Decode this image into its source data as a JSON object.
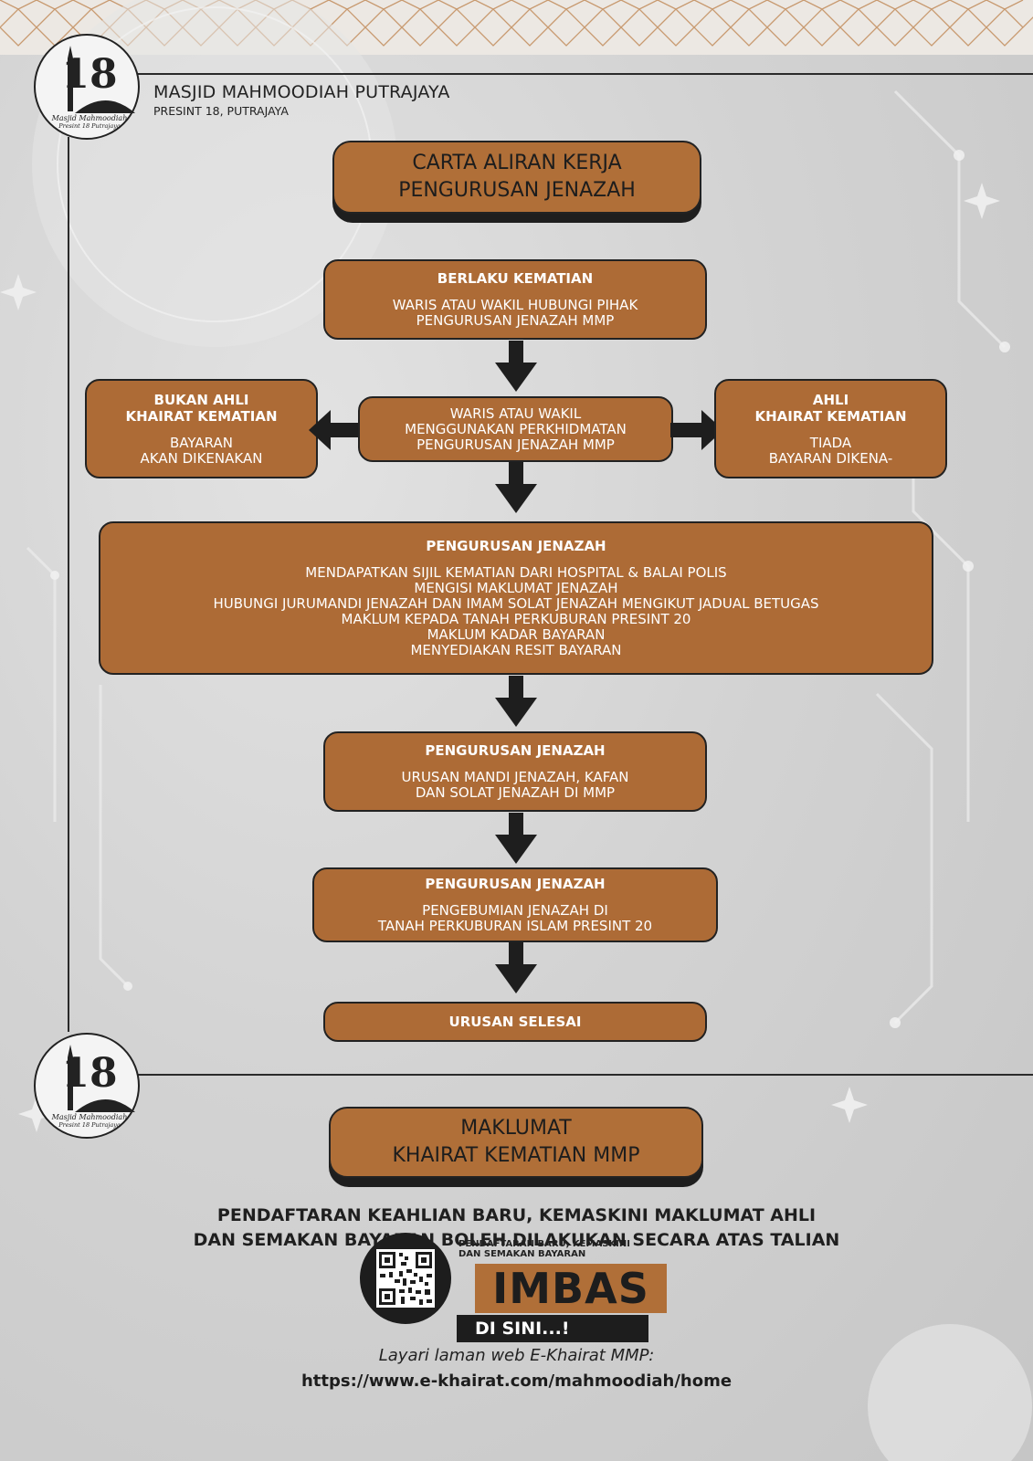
{
  "header": {
    "org_name": "MASJID MAHMOODIAH PUTRAJAYA",
    "org_address": "PRESINT 18, PUTRAJAYA",
    "logo_text_line1": "Masjid Mahmoodiah",
    "logo_text_line2": "Presint 18 Putrajaya",
    "logo_number": "18"
  },
  "flowchart_title": {
    "line1": "CARTA ALIRAN KERJA",
    "line2": "PENGURUSAN JENAZAH"
  },
  "steps": {
    "step1": {
      "head": "BERLAKU KEMATIAN",
      "body": [
        "WARIS ATAU WAKIL HUBUNGI PIHAK",
        "PENGURUSAN JENAZAH MMP"
      ]
    },
    "step2": {
      "body": [
        "WARIS ATAU WAKIL",
        "MENGGUNAKAN PERKHIDMATAN",
        "PENGURUSAN JENAZAH MMP"
      ]
    },
    "left_branch": {
      "head": [
        "BUKAN AHLI",
        "KHAIRAT KEMATIAN"
      ],
      "body": [
        "BAYARAN",
        "AKAN DIKENAKAN"
      ]
    },
    "right_branch": {
      "head": [
        "AHLI",
        "KHAIRAT KEMATIAN"
      ],
      "body": [
        "TIADA",
        "BAYARAN DIKENA-"
      ]
    },
    "step3": {
      "head": "PENGURUSAN JENAZAH",
      "body": [
        "MENDAPATKAN SIJIL KEMATIAN DARI HOSPITAL & BALAI POLIS",
        "MENGISI MAKLUMAT JENAZAH",
        "HUBUNGI JURUMANDI JENAZAH DAN IMAM SOLAT JENAZAH MENGIKUT JADUAL BETUGAS",
        "MAKLUM KEPADA TANAH PERKUBURAN PRESINT 20",
        "MAKLUM KADAR BAYARAN",
        "MENYEDIAKAN RESIT BAYARAN"
      ]
    },
    "step4": {
      "head": "PENGURUSAN JENAZAH",
      "body": [
        "URUSAN MANDI JENAZAH, KAFAN",
        "DAN SOLAT JENAZAH DI MMP"
      ]
    },
    "step5": {
      "head": "PENGURUSAN JENAZAH",
      "body": [
        "PENGEBUMIAN JENAZAH DI",
        "TANAH PERKUBURAN ISLAM PRESINT 20"
      ]
    },
    "step6": {
      "head": "URUSAN SELESAI"
    }
  },
  "info_title": {
    "line1": "MAKLUMAT",
    "line2": "KHAIRAT KEMATIAN MMP"
  },
  "online_notice": [
    "PENDAFTARAN KEAHLIAN BARU, KEMASKINI MAKLUMAT AHLI",
    "DAN SEMAKAN BAYARAN BOLEH DILAKUKAN SECARA ATAS TALIAN"
  ],
  "scan": {
    "small_line1": "PENDAFTARAN BARU, KEMASKINI",
    "small_line2": "DAN SEMAKAN BAYARAN",
    "big": "IMBAS",
    "here": "DI SINI...!"
  },
  "website": {
    "label": "Layari laman web E-Khairat MMP:",
    "url": "https://www.e-khairat.com/mahmoodiah/home"
  },
  "colors": {
    "brown": "#ad6b36",
    "dark": "#1e1e1e",
    "background": "#d3d3d3"
  }
}
